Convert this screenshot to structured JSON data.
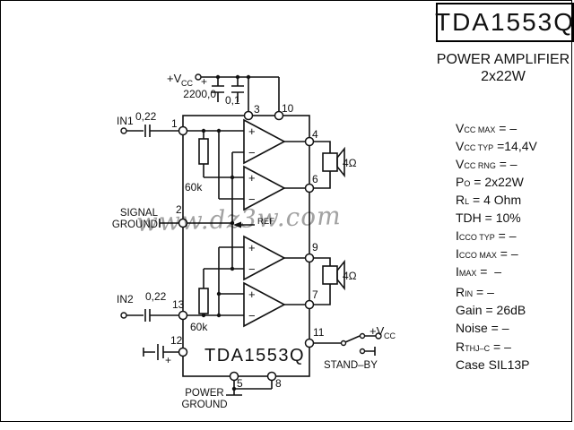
{
  "header": {
    "title": "TDA1553Q",
    "subtitle_line1": "POWER AMPLIFIER",
    "subtitle_line2": "2x22W"
  },
  "specs": {
    "groups": [
      {
        "lines": [
          {
            "base": "V",
            "sub": "CC MAX",
            "rest": " = –"
          },
          {
            "base": "V",
            "sub": "CC TYP",
            "rest": " =14,4V"
          },
          {
            "base": "V",
            "sub": "CC RNG",
            "rest": " = –"
          }
        ]
      },
      {
        "lines": [
          {
            "base": "P",
            "sub": "O",
            "rest": " = 2x22W"
          },
          {
            "base": "R",
            "sub": "L",
            "rest": " = 4 Ohm"
          },
          {
            "base": "TDH",
            "sub": "",
            "rest": " = 10%"
          }
        ]
      },
      {
        "lines": [
          {
            "base": "I",
            "sub": "CCO TYP",
            "rest": " = –"
          },
          {
            "base": "I",
            "sub": "CCO MAX",
            "rest": " = –"
          },
          {
            "base": "I",
            "sub": "MAX",
            "rest": " =  –"
          }
        ]
      },
      {
        "lines": [
          {
            "base": "R",
            "sub": "IN",
            "rest": " = –"
          },
          {
            "base": "Gain",
            "sub": "",
            "rest": " = 26dB"
          },
          {
            "base": "Noise",
            "sub": "",
            "rest": " = –"
          }
        ]
      },
      {
        "lines": [
          {
            "base": "R",
            "sub": "THJ–C",
            "rest": " = –"
          },
          {
            "base": "Case SIL13P",
            "sub": "",
            "rest": ""
          }
        ]
      }
    ]
  },
  "schematic": {
    "chip": "TDA1553Q",
    "vcc_top": {
      "base": "+V",
      "sub": "CC"
    },
    "vcc_standby": {
      "base": "+V",
      "sub": "CC"
    },
    "cap_main": "2200,0",
    "cap_main_plus": "+",
    "cap_decouple": "0,1",
    "cap_in1": "0,22",
    "cap_in2": "0,22",
    "cap12_plus": "+",
    "in1": "IN1",
    "in2": "IN2",
    "r1": "60k",
    "r2": "60k",
    "signal_ground_1": "SIGNAL",
    "signal_ground_2": "GROUND",
    "power_ground_1": "POWER",
    "power_ground_2": "GROUND",
    "standby": "STAND–BY",
    "ref": "REF",
    "spk1": "4Ω",
    "spk2": "4Ω",
    "plus": "+",
    "minus": "−",
    "pins": {
      "p1": "1",
      "p2": "2",
      "p3": "3",
      "p4": "4",
      "p5": "5",
      "p6": "6",
      "p7": "7",
      "p8": "8",
      "p9": "9",
      "p10": "10",
      "p11": "11",
      "p12": "12",
      "p13": "13"
    }
  },
  "watermark": "www.dz3w.com"
}
